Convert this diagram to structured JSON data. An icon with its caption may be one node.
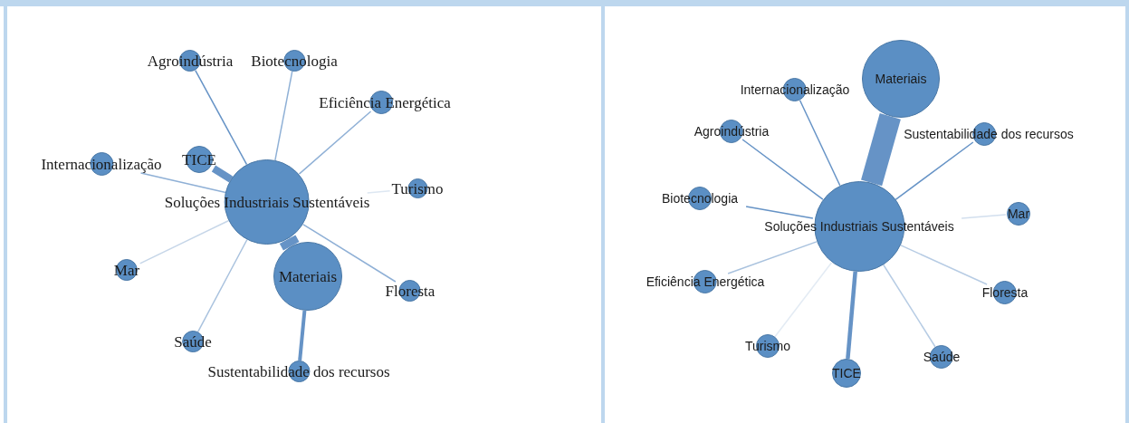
{
  "diagram": {
    "nodes": [
      {
        "text": [
          "Soluções Industriais Sustentáveis"
        ]
      },
      {
        "text": [
          "Agroindústria"
        ]
      },
      {
        "text": [
          "Biotecnologia"
        ]
      },
      {
        "text": [
          "Eficiência Energética"
        ]
      },
      {
        "text": [
          "Internacionalização"
        ]
      },
      {
        "text": [
          "TICE"
        ]
      },
      {
        "text": [
          "Turismo"
        ]
      },
      {
        "text": [
          "Mar"
        ]
      },
      {
        "text": [
          "Materiais"
        ]
      },
      {
        "text": [
          "Floresta"
        ]
      },
      {
        "text": [
          "Saúde"
        ]
      },
      {
        "text": [
          "Sustentabilidade dos recursos"
        ]
      },
      {
        "text": [
          "Soluções Industriais Sustentáveis"
        ]
      },
      {
        "text": [
          "Materiais"
        ]
      },
      {
        "text": [
          "Internacionalização"
        ]
      },
      {
        "text": [
          "Agroindústria"
        ]
      },
      {
        "text": [
          "Sustentabilidade dos recursos"
        ]
      },
      {
        "text": [
          "Biotecnologia"
        ]
      },
      {
        "text": [
          "Mar"
        ]
      },
      {
        "text": [
          "Eficiência Energética"
        ]
      },
      {
        "text": [
          "Floresta"
        ]
      },
      {
        "text": [
          "Turismo"
        ]
      },
      {
        "text": [
          "Saúde"
        ]
      },
      {
        "text": [
          "TICE"
        ]
      }
    ],
    "edges": [
      {
        "from": 0,
        "to": 1,
        "arrow": "none"
      },
      {
        "from": 0,
        "to": 2,
        "arrow": "none",
        "color": "#8fb0d6"
      },
      {
        "from": 0,
        "to": 3,
        "arrow": "none",
        "color": "#8fb0d6"
      },
      {
        "from": 0,
        "to": 4,
        "arrow": "none",
        "color": "#8fb0d6"
      },
      {
        "from": 0,
        "to": 5,
        "arrow": "none",
        "style": "thick"
      },
      {
        "from": 0,
        "to": 6,
        "arrow": "none",
        "color": "#dde7f2"
      },
      {
        "from": 0,
        "to": 7,
        "arrow": "none",
        "color": "#c6d6e8"
      },
      {
        "from": 0,
        "to": 8,
        "arrow": "none",
        "style": "thick"
      },
      {
        "from": 0,
        "to": 9,
        "arrow": "none",
        "color": "#8fb0d6"
      },
      {
        "from": 0,
        "to": 10,
        "arrow": "none",
        "color": "#a9c2de"
      },
      {
        "from": 8,
        "to": 11,
        "arrow": "none",
        "style": "thick"
      },
      {
        "from": 12,
        "to": 13,
        "arrow": "none",
        "style": "thick"
      },
      {
        "from": 12,
        "to": 14,
        "arrow": "none"
      },
      {
        "from": 12,
        "to": 15,
        "arrow": "none"
      },
      {
        "from": 12,
        "to": 16,
        "arrow": "none"
      },
      {
        "from": 12,
        "to": 17,
        "arrow": "none"
      },
      {
        "from": 12,
        "to": 18,
        "arrow": "none",
        "color": "#d2dfee"
      },
      {
        "from": 12,
        "to": 19,
        "arrow": "none",
        "color": "#a9c2de"
      },
      {
        "from": 12,
        "to": 20,
        "arrow": "none",
        "color": "#b7cce4"
      },
      {
        "from": 12,
        "to": 21,
        "arrow": "none",
        "color": "#e3ebf4"
      },
      {
        "from": 12,
        "to": 22,
        "arrow": "none",
        "color": "#b7cce4"
      },
      {
        "from": 12,
        "to": 23,
        "arrow": "none",
        "style": "thick"
      }
    ]
  }
}
